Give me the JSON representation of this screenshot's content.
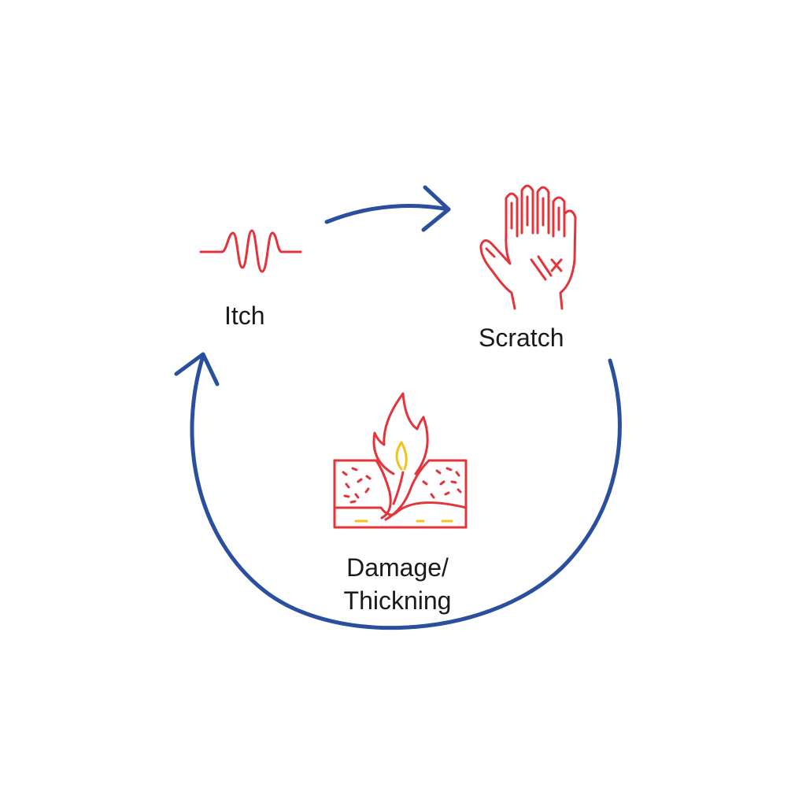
{
  "diagram": {
    "nodes": [
      {
        "id": "itch",
        "label": "Itch",
        "icon": "itch-wave-icon"
      },
      {
        "id": "scratch",
        "label": "Scratch",
        "icon": "scratching-hand-icon"
      },
      {
        "id": "damage",
        "label_line1": "Damage/",
        "label_line2": "Thickning",
        "icon": "inflamed-skin-flame-icon"
      }
    ],
    "edges": [
      {
        "from": "itch",
        "to": "scratch"
      },
      {
        "from": "scratch",
        "to": "damage"
      },
      {
        "from": "damage",
        "to": "itch"
      }
    ]
  },
  "colors": {
    "arrow": "#2a4f9e",
    "icon_red": "#e5333a",
    "icon_yellow": "#f2c31a",
    "text": "#1a1a1a"
  }
}
